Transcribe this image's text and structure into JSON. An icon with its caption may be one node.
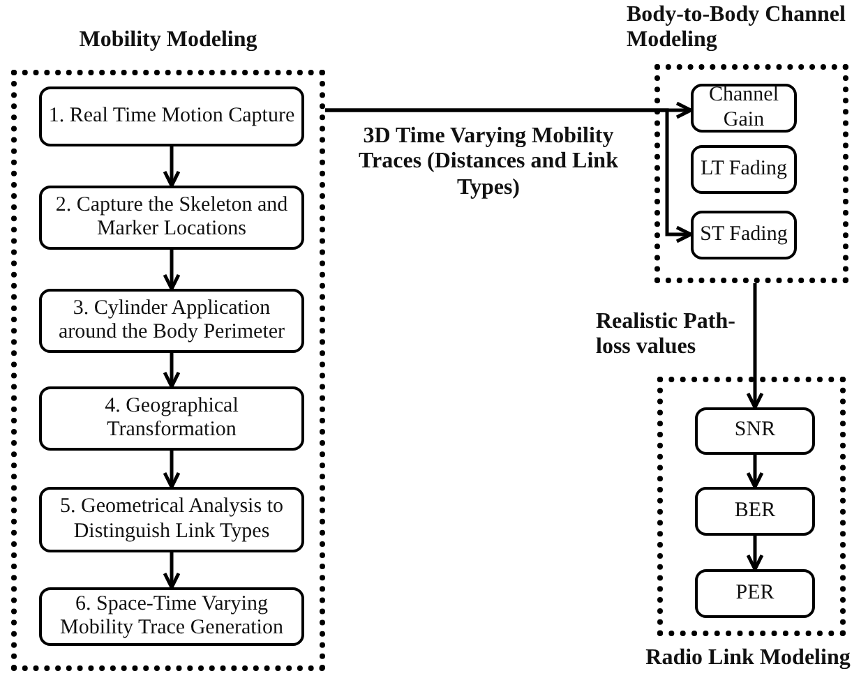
{
  "diagram": {
    "nodes": [
      {
        "text": [
          "Mobility Modeling"
        ]
      },
      {
        "text": [
          "1. Real Time Motion Capture"
        ],
        "in": 0
      },
      {
        "text": [
          "2. Capture the Skeleton and Marker Locations"
        ],
        "in": 0
      },
      {
        "text": [
          "3. Cylinder Application around the Body Perimeter"
        ],
        "in": 0
      },
      {
        "text": [
          "4. Geographical Transformation"
        ],
        "in": 0
      },
      {
        "text": [
          "5. Geometrical Analysis to Distinguish Link Types"
        ],
        "in": 0
      },
      {
        "text": [
          "6. Space-Time Varying Mobility Trace Generation"
        ],
        "in": 0
      },
      {
        "text": [
          "Body-to-Body Channel Modeling"
        ]
      },
      {
        "text": [
          "Channel Gain"
        ],
        "in": 7
      },
      {
        "text": [
          "LT Fading"
        ],
        "in": 7
      },
      {
        "text": [
          "ST Fading"
        ],
        "in": 7
      },
      {
        "text": [
          "Radio Link Modeling"
        ]
      },
      {
        "text": [
          "SNR"
        ],
        "in": 11
      },
      {
        "text": [
          "BER"
        ],
        "in": 11
      },
      {
        "text": [
          "PER"
        ],
        "in": 11
      }
    ],
    "edges": [
      {
        "from": 1,
        "to": 2,
        "arrow": "to"
      },
      {
        "from": 2,
        "to": 3,
        "arrow": "to"
      },
      {
        "from": 3,
        "to": 4,
        "arrow": "to"
      },
      {
        "from": 4,
        "to": 5,
        "arrow": "to"
      },
      {
        "from": 5,
        "to": 6,
        "arrow": "to"
      },
      {
        "from": 0,
        "to": 8,
        "arrow": "to",
        "label": "3D Time Varying Mobility Traces (Distances and Link Types)"
      },
      {
        "from": 0,
        "to": 10,
        "arrow": "to"
      },
      {
        "from": 7,
        "to": 12,
        "arrow": "to",
        "label": "Realistic Path-loss values"
      },
      {
        "from": 12,
        "to": 13,
        "arrow": "to"
      },
      {
        "from": 13,
        "to": 14,
        "arrow": "to"
      }
    ]
  }
}
